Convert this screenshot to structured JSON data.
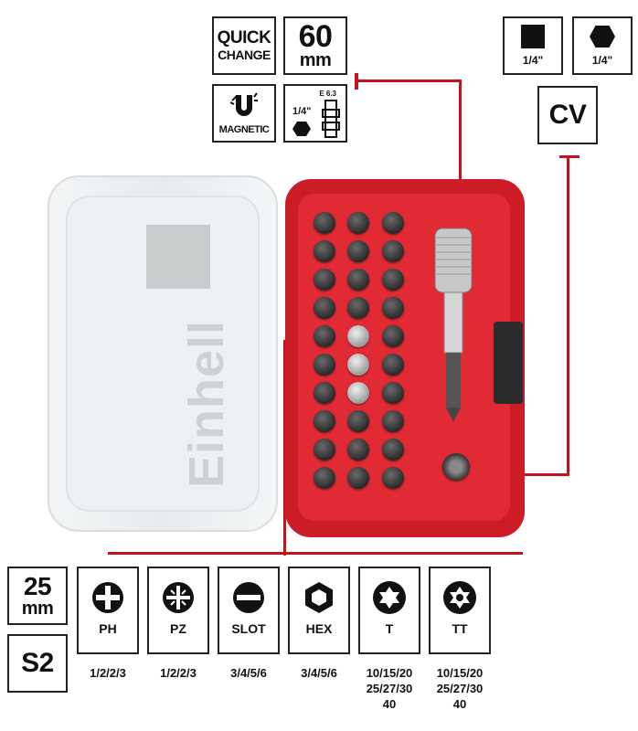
{
  "features": {
    "quick_change": {
      "line1": "QUICK",
      "line2": "CHANGE"
    },
    "length": {
      "value": "60",
      "unit": "mm"
    },
    "magnetic": {
      "label": "MAGNETIC"
    },
    "holder_spec": {
      "standard": "E 6.3",
      "size": "1/4\""
    },
    "square_drive": {
      "size": "1/4\""
    },
    "hex_drive": {
      "size": "1/4\""
    },
    "material_cv": {
      "label": "CV"
    }
  },
  "case": {
    "brand": "Einhell"
  },
  "bits_spec": {
    "length": {
      "value": "25",
      "unit": "mm"
    },
    "material": "S2"
  },
  "bit_types": [
    {
      "name": "PH",
      "sizes": [
        "1/2/2/3"
      ]
    },
    {
      "name": "PZ",
      "sizes": [
        "1/2/2/3"
      ]
    },
    {
      "name": "SLOT",
      "sizes": [
        "3/4/5/6"
      ]
    },
    {
      "name": "HEX",
      "sizes": [
        "3/4/5/6"
      ]
    },
    {
      "name": "T",
      "sizes": [
        "10/15/20",
        "25/27/30",
        "40"
      ]
    },
    {
      "name": "TT",
      "sizes": [
        "10/15/20",
        "25/27/30",
        "40"
      ]
    }
  ],
  "colors": {
    "accent_red": "#c4131f",
    "tray_red": "#cc1c26",
    "border": "#222222"
  }
}
